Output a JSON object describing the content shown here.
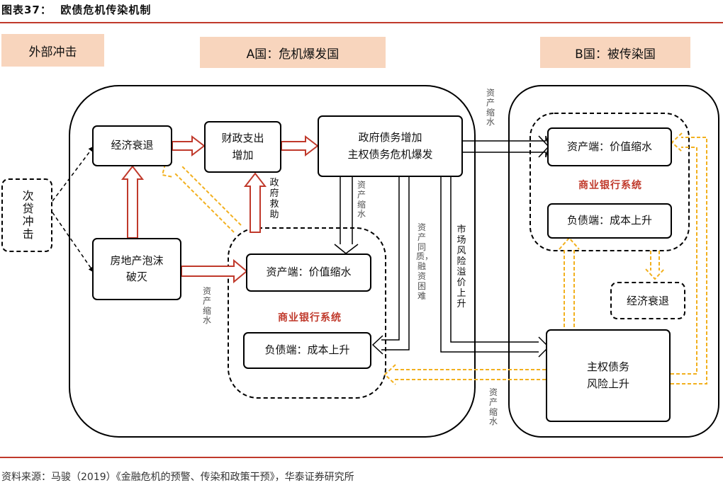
{
  "header": {
    "title": "图表37：  欧债危机传染机制"
  },
  "bands": {
    "external": "外部冲击",
    "country_a": "A国：危机爆发国",
    "country_b": "B国：被传染国"
  },
  "left": {
    "subprime": "次贷冲击"
  },
  "country_a": {
    "recession": "经济衰退",
    "fiscal": "财政支出\n增加",
    "gov_debt": "政府债务增加\n主权债务危机爆发",
    "property": "房地产泡沫\n破灭",
    "asset_side": "资产端：价值缩水",
    "bank_system": "商业银行系统",
    "liability_side": "负债端：成本上升"
  },
  "country_b": {
    "asset_side": "资产端：价值缩水",
    "bank_system": "商业银行系统",
    "liability_side": "负债端：成本上升",
    "recession": "经济衰退",
    "sovereign_risk": "主权债务\n风险上升"
  },
  "annotations": {
    "gov_bailout": "政府救助",
    "asset_shrink_1": "资产缩水",
    "asset_shrink_2": "资产缩水",
    "asset_shrink_3": "资产缩水",
    "asset_shrink_4": "资产缩水",
    "asset_homogeneity": "资产同质，融资困难",
    "market_risk": "市场风险溢价上升"
  },
  "footer": {
    "source": "资料来源：马骏（2019）《金融危机的预警、传染和政策干预》，华泰证券研究所"
  },
  "colors": {
    "accent_red": "#c0392b",
    "band_fill": "#f8d5bd",
    "yellow_arrow": "#f2b01e"
  }
}
